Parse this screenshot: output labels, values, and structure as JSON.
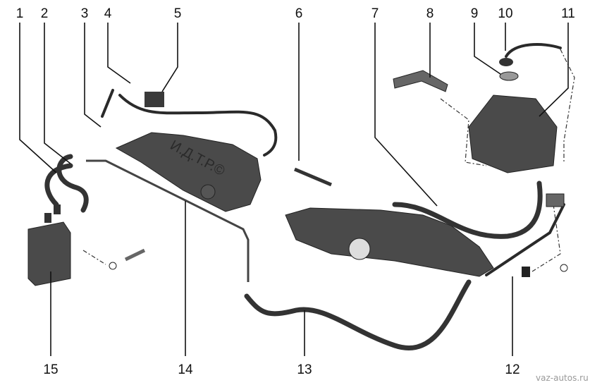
{
  "diagram": {
    "callouts": [
      "1",
      "2",
      "3",
      "4",
      "5",
      "6",
      "7",
      "8",
      "9",
      "10",
      "11",
      "12",
      "13",
      "14",
      "15"
    ],
    "logo_text": "И.Д.Т.Р.©",
    "watermark": "vaz-autos.ru"
  }
}
